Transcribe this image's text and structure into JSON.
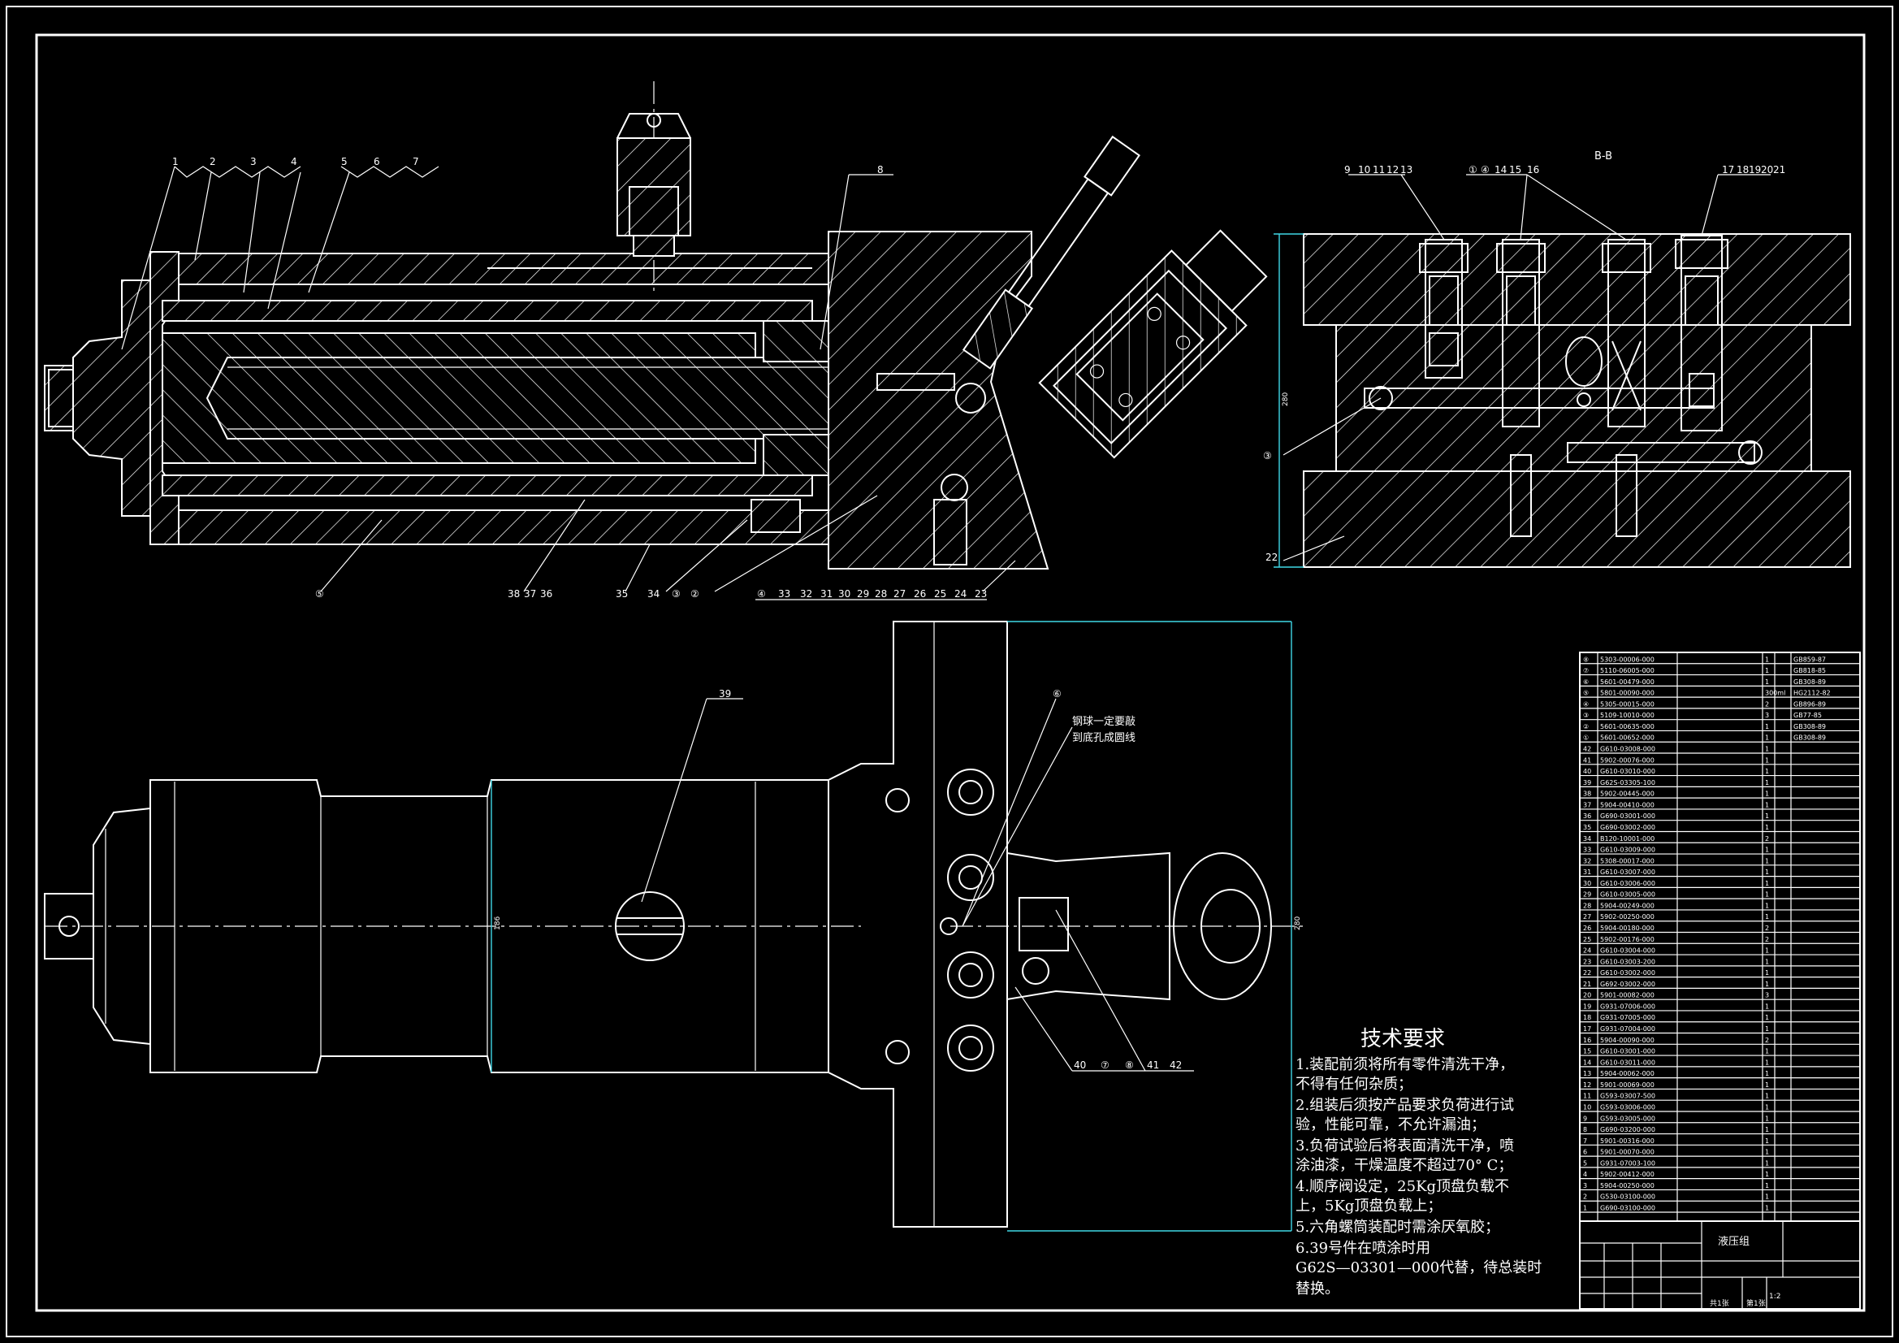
{
  "section_label": "B-B",
  "balloons_top_left": [
    "1",
    "2",
    "3",
    "4",
    "5",
    "6",
    "7"
  ],
  "balloon_8": "8",
  "balloons_bottom_left": [
    "⑤",
    "38",
    "37",
    "36",
    "35",
    "34",
    "③",
    "②",
    "④",
    "33",
    "32",
    "31",
    "30",
    "29",
    "28",
    "27",
    "26",
    "25",
    "24",
    "23"
  ],
  "balloons_section": [
    "9",
    "10",
    "11",
    "12",
    "13",
    "①",
    "④",
    "14",
    "15",
    "16",
    "17",
    "18",
    "19",
    "20",
    "21"
  ],
  "balloon_22": "22",
  "balloon_section_circle": "③",
  "balloon_39": "39",
  "balloon_plan_circle": "⑥",
  "plan_note": [
    "钢球一定要敲",
    "到底孔成圆线"
  ],
  "balloons_plan_bottom": [
    "40",
    "⑦",
    "⑧",
    "41",
    "42"
  ],
  "dim_section_height": "280",
  "dim_plan_width": "186",
  "dim_plan_right": "280",
  "tech_title": "技术要求",
  "tech_lines": [
    "1.装配前须将所有零件清洗干净，",
    "不得有任何杂质；",
    "2.组装后须按产品要求负荷进行试",
    "验，性能可靠，不允许漏油；",
    "3.负荷试验后将表面清洗干净，喷",
    "涂油漆，干燥温度不超过70° C；",
    "4.顺序阀设定，25Kg顶盘负载不",
    "上，5Kg顶盘负载上；",
    "5.六角螺筒装配时需涂厌氧胶；",
    "6.39号件在喷涂时用",
    "G62S—03301—000代替，待总装时",
    "替换。"
  ],
  "bom_rows": [
    [
      "⑧",
      "5303-00006-000",
      "",
      "1",
      "GB859-87"
    ],
    [
      "⑦",
      "5110-06005-000",
      "",
      "1",
      "GB818-85"
    ],
    [
      "⑥",
      "5601-00479-000",
      "",
      "1",
      "GB308-89"
    ],
    [
      "⑤",
      "5801-00090-000",
      "",
      "300ml",
      "HG2112-82"
    ],
    [
      "④",
      "5305-00015-000",
      "",
      "2",
      "GB896-89"
    ],
    [
      "③",
      "5109-10010-000",
      "",
      "3",
      "GB77-85"
    ],
    [
      "②",
      "5601-00635-000",
      "",
      "1",
      "GB308-89"
    ],
    [
      "①",
      "5601-00652-000",
      "",
      "1",
      "GB308-89"
    ],
    [
      "42",
      "G610-03008-000",
      "",
      "1",
      ""
    ],
    [
      "41",
      "5902-00076-000",
      "",
      "1",
      ""
    ],
    [
      "40",
      "G610-03010-000",
      "",
      "1",
      ""
    ],
    [
      "39",
      "G62S-03305-100",
      "",
      "1",
      ""
    ],
    [
      "38",
      "5902-00445-000",
      "",
      "1",
      ""
    ],
    [
      "37",
      "5904-00410-000",
      "",
      "1",
      ""
    ],
    [
      "36",
      "G690-03001-000",
      "",
      "1",
      ""
    ],
    [
      "35",
      "G690-03002-000",
      "",
      "1",
      ""
    ],
    [
      "34",
      "B120-10001-000",
      "",
      "2",
      ""
    ],
    [
      "33",
      "G610-03009-000",
      "",
      "1",
      ""
    ],
    [
      "32",
      "5308-00017-000",
      "",
      "1",
      ""
    ],
    [
      "31",
      "G610-03007-000",
      "",
      "1",
      ""
    ],
    [
      "30",
      "G610-03006-000",
      "",
      "1",
      ""
    ],
    [
      "29",
      "G610-03005-000",
      "",
      "1",
      ""
    ],
    [
      "28",
      "5904-00249-000",
      "",
      "1",
      ""
    ],
    [
      "27",
      "5902-00250-000",
      "",
      "1",
      ""
    ],
    [
      "26",
      "5904-00180-000",
      "",
      "2",
      ""
    ],
    [
      "25",
      "5902-00176-000",
      "",
      "2",
      ""
    ],
    [
      "24",
      "G610-03004-000",
      "",
      "1",
      ""
    ],
    [
      "23",
      "G610-03003-200",
      "",
      "1",
      ""
    ],
    [
      "22",
      "G610-03002-000",
      "",
      "1",
      ""
    ],
    [
      "21",
      "G692-03002-000",
      "",
      "1",
      ""
    ],
    [
      "20",
      "5901-00082-000",
      "",
      "3",
      ""
    ],
    [
      "19",
      "G931-07006-000",
      "",
      "1",
      ""
    ],
    [
      "18",
      "G931-07005-000",
      "",
      "1",
      ""
    ],
    [
      "17",
      "G931-07004-000",
      "",
      "1",
      ""
    ],
    [
      "16",
      "5904-00090-000",
      "",
      "2",
      ""
    ],
    [
      "15",
      "G610-03001-000",
      "",
      "1",
      ""
    ],
    [
      "14",
      "G610-03011-000",
      "",
      "1",
      ""
    ],
    [
      "13",
      "5904-00062-000",
      "",
      "1",
      ""
    ],
    [
      "12",
      "5901-00069-000",
      "",
      "1",
      ""
    ],
    [
      "11",
      "G593-03007-500",
      "",
      "1",
      ""
    ],
    [
      "10",
      "G593-03006-000",
      "",
      "1",
      ""
    ],
    [
      "9",
      "G593-03005-000",
      "",
      "1",
      ""
    ],
    [
      "8",
      "G690-03200-000",
      "",
      "1",
      ""
    ],
    [
      "7",
      "5901-00316-000",
      "",
      "1",
      ""
    ],
    [
      "6",
      "5901-00070-000",
      "",
      "1",
      ""
    ],
    [
      "5",
      "G931-07003-100",
      "",
      "1",
      ""
    ],
    [
      "4",
      "5902-00412-000",
      "",
      "1",
      ""
    ],
    [
      "3",
      "5904-00250-000",
      "",
      "1",
      ""
    ],
    [
      "2",
      "G530-03100-000",
      "",
      "1",
      ""
    ],
    [
      "1",
      "G690-03100-000",
      "",
      "1",
      ""
    ]
  ],
  "title_block": {
    "name": "液压组",
    "scale": "1:2",
    "sheet_total": "共1张",
    "sheet_no": "第1张"
  }
}
